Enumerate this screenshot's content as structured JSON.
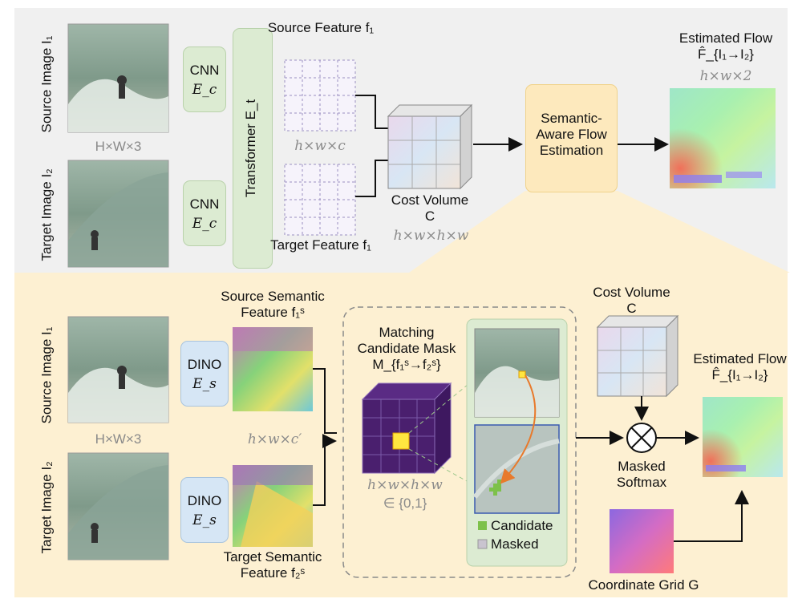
{
  "top_panel": {
    "source_image_label": "Source Image I₁",
    "target_image_label": "Target Image I₂",
    "image_dim": "H×W×3",
    "cnn_label": "CNN",
    "cnn_encoder": "E_c",
    "transformer_label": "Transformer E_t",
    "source_feature_label": "Source Feature f₁",
    "target_feature_label": "Target Feature f₁",
    "feature_dim": "h×w×c",
    "cost_volume_label": "Cost Volume C",
    "cost_volume_dim": "h×w×h×w",
    "semantic_aware_label": "Semantic-Aware Flow Estimation",
    "estimated_flow_label": "Estimated Flow F̂_{I₁→I₂}",
    "flow_dim": "h×w×2"
  },
  "bottom_panel": {
    "source_image_label": "Source Image I₁",
    "target_image_label": "Target Image I₂",
    "image_dim": "H×W×3",
    "dino_label": "DINO",
    "dino_encoder": "E_s",
    "source_semantic_label": "Source Semantic Feature f₁ˢ",
    "target_semantic_label": "Target Semantic Feature f₂ˢ",
    "semantic_dim": "h×w×c′",
    "mask_label": "Matching Candidate Mask M_{f₁ˢ→f₂ˢ}",
    "mask_dim": "h×w×h×w",
    "mask_set": "∈ {0,1}",
    "legend_candidate": "Candidate",
    "legend_masked": "Masked",
    "cost_volume_label": "Cost Volume C",
    "masked_softmax_label": "Masked Softmax",
    "coordinate_grid_label": "Coordinate Grid G",
    "estimated_flow_label": "Estimated Flow F̂_{I₁→I₂}"
  },
  "colors": {
    "top_bg": "#f0f0f0",
    "bottom_bg": "#fdf0d2",
    "module_green": "#dcebd2",
    "module_blue": "#d6e6f5",
    "semantic_box": "#fde9bd",
    "mask_purple": "#4a1f6e",
    "candidate_green": "#7dc14a",
    "arrow_orange": "#e87a2c"
  }
}
